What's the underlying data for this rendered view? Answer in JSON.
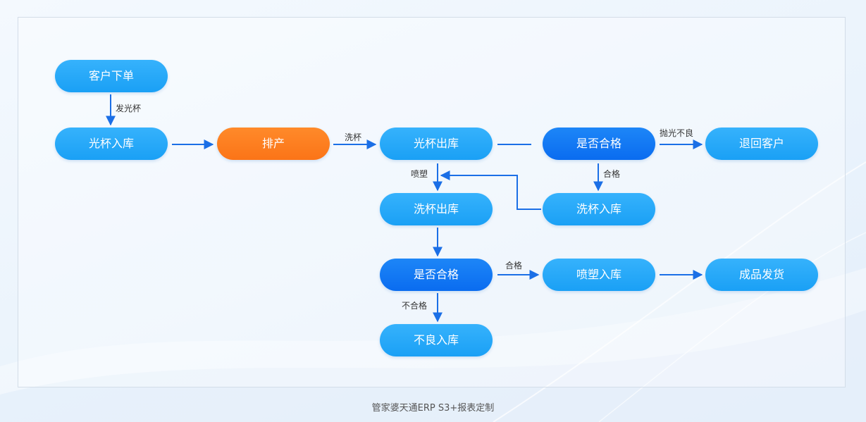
{
  "nodes": {
    "customer_order": "客户下单",
    "raw_cup_in": "光杯入库",
    "schedule": "排产",
    "raw_cup_out": "光杯出库",
    "qc_check_1": "是否合格",
    "return_customer": "退回客户",
    "washed_cup_out": "洗杯出库",
    "washed_cup_in": "洗杯入库",
    "qc_check_2": "是否合格",
    "spray_in": "喷塑入库",
    "ship_product": "成品发货",
    "defect_in": "不良入库"
  },
  "edges": {
    "order_to_raw": "发光杯",
    "schedule_to_out": "洗杯",
    "to_return": "抛光不良",
    "qc1_pass": "合格",
    "spray": "喷塑",
    "qc2_pass": "合格",
    "qc2_fail": "不合格"
  },
  "footer": "管家婆天通ERP S3+报表定制",
  "colors": {
    "node_light": "#1aa0f5",
    "node_dark": "#0a6cf0",
    "node_orange": "#fb7417",
    "arrow": "#1b6fe6"
  }
}
